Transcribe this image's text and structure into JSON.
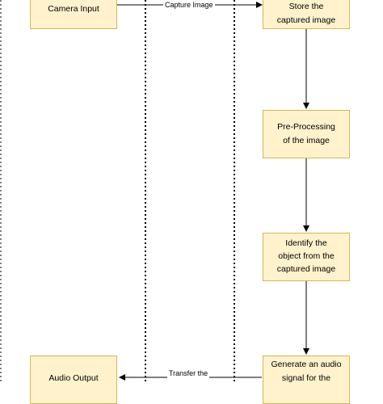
{
  "nodes": {
    "camera_input": "Camera Input",
    "store_image": "Store the\ncaptured image",
    "preprocessing": "Pre-Processing\nof the image",
    "identify_object": "Identify the\nobject from the\ncaptured image",
    "generate_audio": "Generate an audio\nsignal for the",
    "audio_output": "Audio Output"
  },
  "edges": {
    "capture_image": "Capture Image",
    "transfer": "Transfer the"
  },
  "colors": {
    "box_fill": "#fff2cc",
    "box_border": "#d6b656",
    "line": "#000000",
    "lifeline": "#000000"
  }
}
